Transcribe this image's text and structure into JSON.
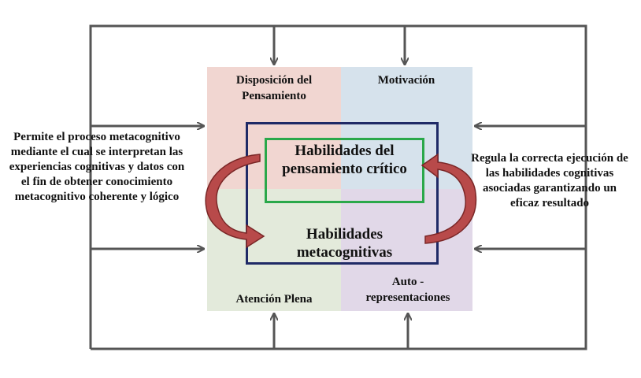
{
  "quadrants": {
    "top_left": "Disposición del Pensamiento",
    "top_right": "Motivación",
    "bottom_left": "Atención Plena",
    "bottom_right": "Auto - representaciones"
  },
  "center": {
    "inner": "Habilidades del pensamiento crítico",
    "outer": "Habilidades metacognitivas"
  },
  "left_text": "Permite el proceso metacognitivo mediante el cual se interpretan las experiencias cognitivas y datos con el fin de obtener conocimiento metacognitivo coherente y lógico",
  "right_text": "Regula la correcta ejecución de las habilidades cognitivas asociadas garantizando un eficaz resultado",
  "colors": {
    "quad_tl": "#f1d6d1",
    "quad_tr": "#d6e2ec",
    "quad_bl": "#e3eadb",
    "quad_br": "#e1d8e8",
    "outer_box": "#1f2a66",
    "inner_box": "#2aa84a",
    "curved_arrows": "#b84a4a",
    "connector_lines": "#555555"
  }
}
